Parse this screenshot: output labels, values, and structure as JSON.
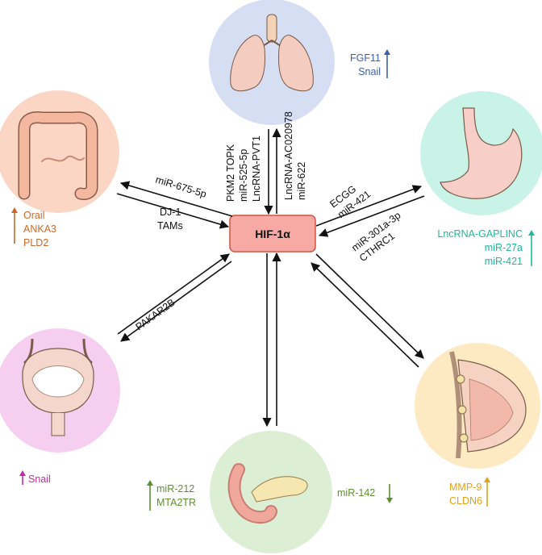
{
  "hub": {
    "label": "HIF-1α"
  },
  "colors": {
    "lung": "#3d5fa8",
    "colon": "#c8692a",
    "stomach": "#1fb89a",
    "bladder": "#c52aa5",
    "pancreas": "#5e8f2e",
    "breast": "#e0a21a"
  },
  "organs": {
    "lung": {
      "icon": "lung-icon",
      "markers": [
        "FGF11",
        "Snail"
      ]
    },
    "colon": {
      "icon": "colon-icon",
      "markers": [
        "Orail",
        "ANKA3",
        "PLD2"
      ]
    },
    "stomach": {
      "icon": "stomach-icon",
      "markers": [
        "LncRNA-GAPLINC",
        "miR-27a",
        "miR-421"
      ]
    },
    "bladder": {
      "icon": "bladder-icon",
      "markers": [
        "Snail"
      ]
    },
    "pancreas": {
      "icon": "pancreas-icon",
      "markers_left": [
        "miR-212",
        "MTA2TR"
      ],
      "markers_right": [
        "miR-142"
      ]
    },
    "breast": {
      "icon": "breast-icon",
      "markers": [
        "MMP-9",
        "CLDN6"
      ]
    }
  },
  "links": {
    "lung_in": [
      "PKM2 TOPK",
      "miR-525-5p",
      "LncRNA-PVT1"
    ],
    "lung_out": [
      "LncRNA-AC020978",
      "miR-622"
    ],
    "colon_out": [
      "miR-675-5p"
    ],
    "colon_in": [
      "DJ-1",
      "TAMs"
    ],
    "stomach_out": [
      "ECGG",
      "miR-421"
    ],
    "stomach_in": [
      "miR-301a-3p",
      "CTHRC1"
    ],
    "bladder": [
      "PAKAR2B"
    ]
  }
}
